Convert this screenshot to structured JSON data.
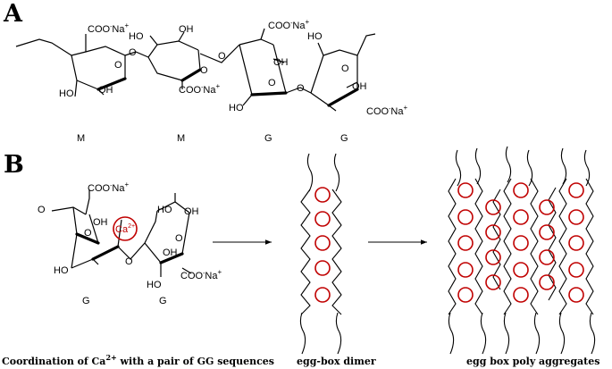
{
  "panels": {
    "a": "A",
    "b": "B"
  },
  "chain_a": {
    "groups": {
      "coo1": "COO",
      "na1": "Na",
      "plus1": "+",
      "coo2": "COO",
      "na2": "Na",
      "plus2": "+",
      "coo3": "COO",
      "na3": "Na",
      "plus3": "+",
      "coo4": "COO",
      "na4": "Na",
      "plus4": "+",
      "ho1": "HO",
      "oh1": "OH",
      "ho2": "HO",
      "oh2": "OH",
      "oh3": "OH",
      "ho3": "HO",
      "ho4": "HO",
      "oh4": "OH",
      "o": "O"
    },
    "residues": [
      "M",
      "M",
      "G",
      "G"
    ]
  },
  "gg_pair": {
    "groups": {
      "coo1": "COO",
      "na1": "Na",
      "plus1": "+",
      "coo2": "COO",
      "na2": "Na",
      "plus2": "+",
      "oh1": "OH",
      "ho1": "HO",
      "ho2": "HO",
      "oh2": "OH",
      "oh3": "OH",
      "ho3": "HO",
      "o": "O",
      "ca": "Ca",
      "ca_charge": "2+"
    },
    "residues": [
      "G",
      "G"
    ]
  },
  "captions": {
    "coordination_pre": "Coordination of Ca",
    "coordination_sup": "2+",
    "coordination_post": " with a pair of GG sequences",
    "dimer": "egg-box dimer",
    "aggregates": "egg box poly aggregates"
  },
  "colors": {
    "ion": "#c00000",
    "line": "#000000"
  }
}
